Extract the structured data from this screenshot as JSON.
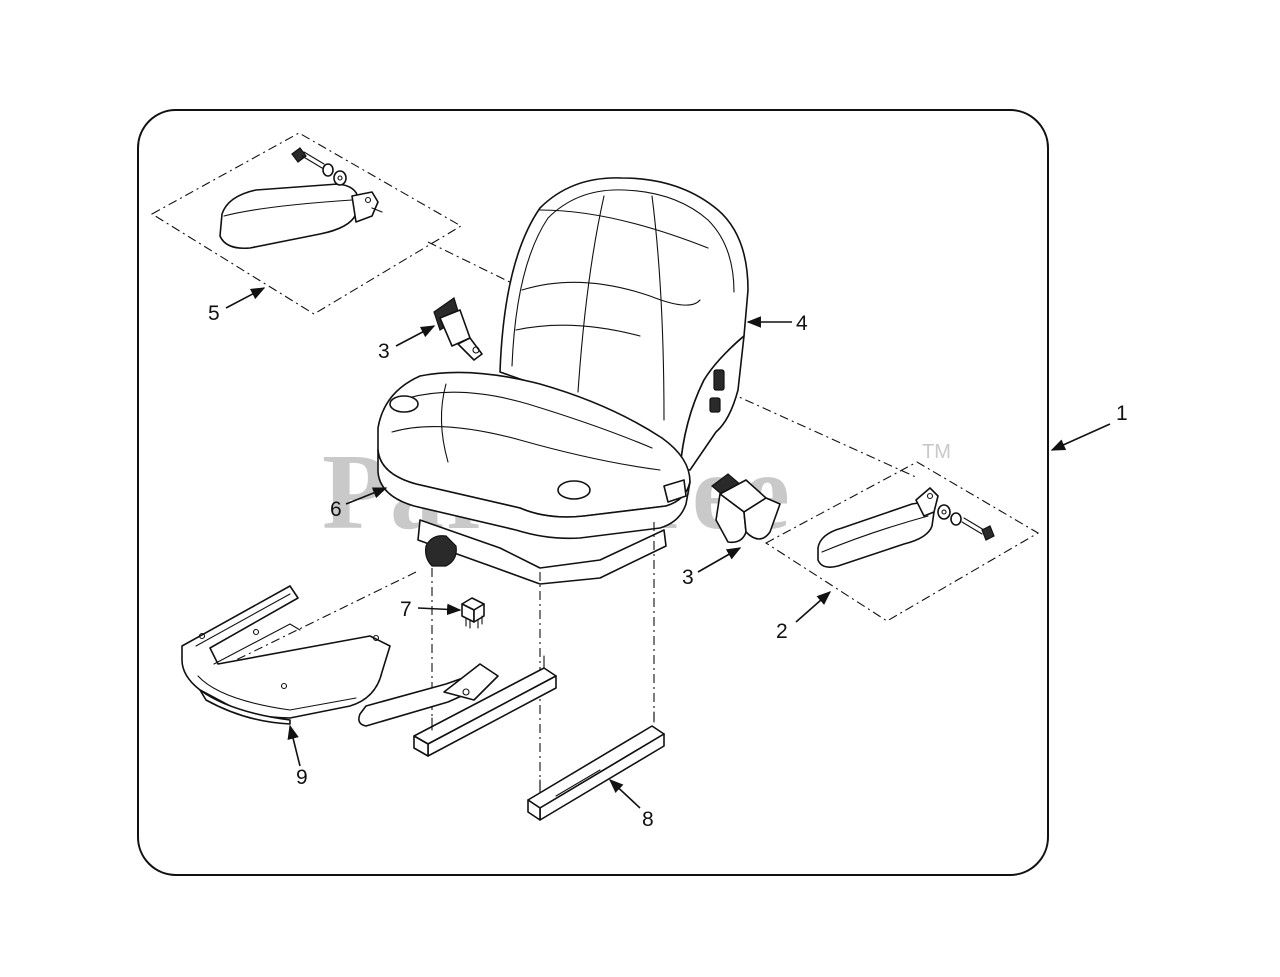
{
  "watermark": {
    "text": "PartsTree",
    "trademark": "TM"
  },
  "callouts": {
    "c1": "1",
    "c2": "2",
    "c3a": "3",
    "c3b": "3",
    "c4": "4",
    "c5": "5",
    "c6": "6",
    "c7": "7",
    "c8": "8",
    "c9": "9"
  },
  "colors": {
    "line": "#111111",
    "watermark": "#c9c9c9",
    "background": "#ffffff"
  }
}
